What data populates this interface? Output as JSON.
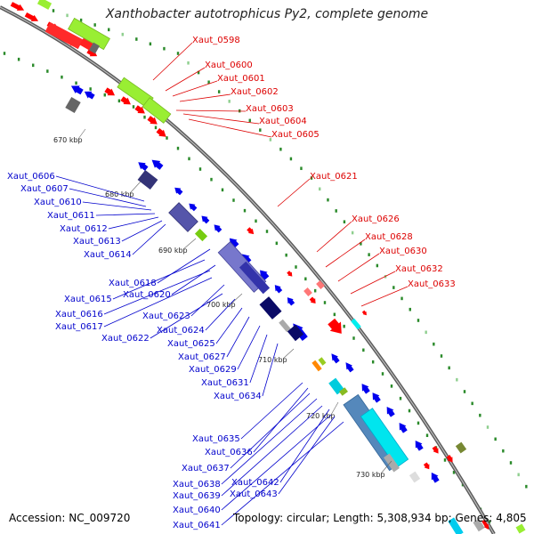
{
  "title": "Xanthobacter autotrophicus Py2, complete genome",
  "footer": {
    "accession": "Accession: NC_009720",
    "topology": "Topology: circular; Length: 5,308,934 bp; Genes: 4,805"
  },
  "colors": {
    "forward_label": "#dd0000",
    "reverse_label": "#0000cc",
    "backbone": "#7a7a7a",
    "gc_dots": "#2a8a2a"
  },
  "ticks": [
    "670 kbp",
    "680 kbp",
    "690 kbp",
    "700 kbp",
    "710 kbp",
    "720 kbp",
    "730 kbp"
  ],
  "labels_right": [
    "Xaut_0598",
    "Xaut_0600",
    "Xaut_0601",
    "Xaut_0602",
    "Xaut_0603",
    "Xaut_0604",
    "Xaut_0605",
    "Xaut_0621",
    "Xaut_0626",
    "Xaut_0628",
    "Xaut_0630",
    "Xaut_0632",
    "Xaut_0633"
  ],
  "labels_left": [
    "Xaut_0606",
    "Xaut_0607",
    "Xaut_0610",
    "Xaut_0611",
    "Xaut_0612",
    "Xaut_0613",
    "Xaut_0614",
    "Xaut_0618",
    "Xaut_0615",
    "Xaut_0620",
    "Xaut_0616",
    "Xaut_0617",
    "Xaut_0623",
    "Xaut_0622",
    "Xaut_0624",
    "Xaut_0625",
    "Xaut_0627",
    "Xaut_0629",
    "Xaut_0631",
    "Xaut_0634",
    "Xaut_0635",
    "Xaut_0636",
    "Xaut_0637",
    "Xaut_0638",
    "Xaut_0642",
    "Xaut_0639",
    "Xaut_0643",
    "Xaut_0640",
    "Xaut_0641"
  ]
}
